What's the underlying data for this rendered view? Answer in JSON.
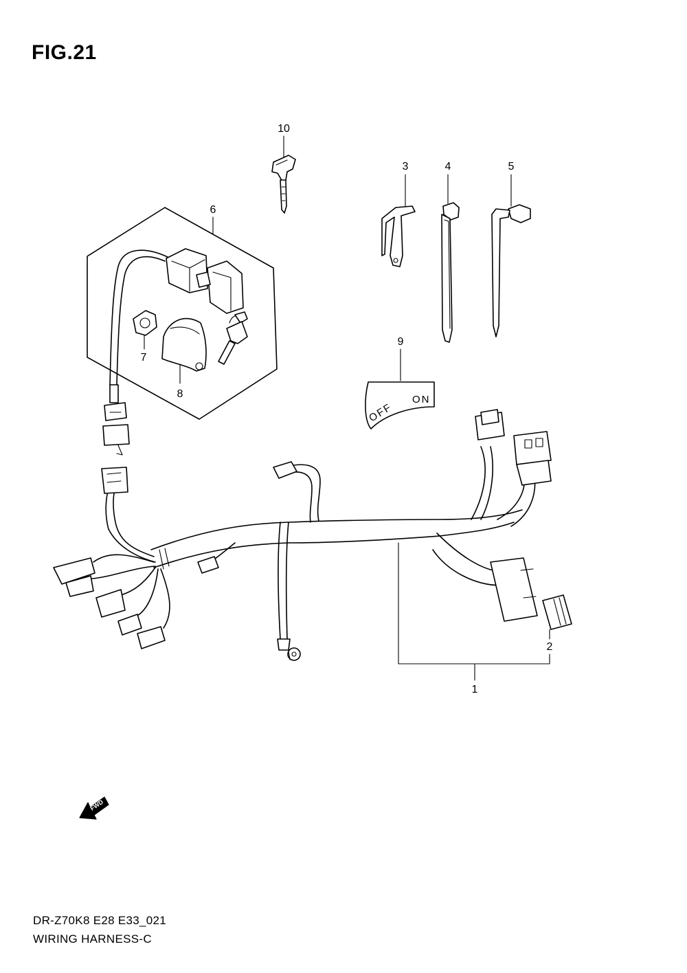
{
  "figure": {
    "title": "FIG.21",
    "model_code": "DR-Z70K8 E28 E33_021",
    "diagram_name": "WIRING HARNESS-C"
  },
  "callouts": [
    {
      "id": "wiring-harness",
      "number": "1"
    },
    {
      "id": "fuse",
      "number": "2"
    },
    {
      "id": "clamp",
      "number": "3"
    },
    {
      "id": "cable-tie-4",
      "number": "4"
    },
    {
      "id": "cable-tie-5",
      "number": "5"
    },
    {
      "id": "ignition-switch-assy",
      "number": "6"
    },
    {
      "id": "nut",
      "number": "7"
    },
    {
      "id": "cover",
      "number": "8"
    },
    {
      "id": "plate",
      "number": "9"
    },
    {
      "id": "key",
      "number": "10"
    }
  ],
  "plate": {
    "off_label": "OFF",
    "on_label": "ON"
  },
  "fwd_arrow": {
    "label": "FWD"
  }
}
